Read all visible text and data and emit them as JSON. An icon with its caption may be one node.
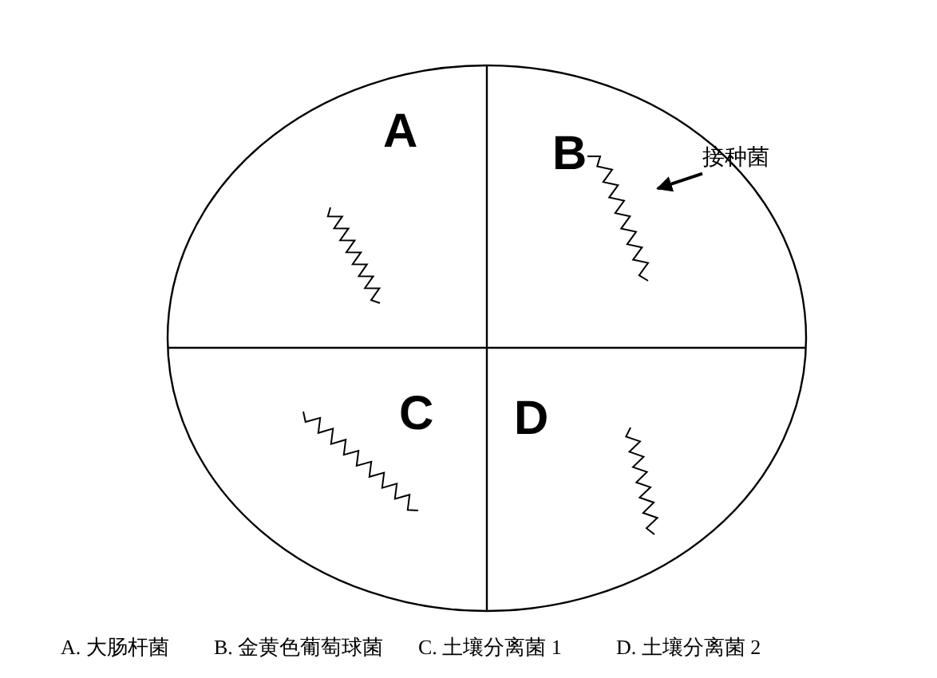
{
  "diagram": {
    "nodes": [
      {
        "text": [
          "接种菌"
        ]
      },
      {
        "text": [],
        "shape": "curve"
      }
    ],
    "edges": [
      {
        "from": 0,
        "to": 1,
        "arrow": "to"
      }
    ],
    "labels": [
      "A",
      "B",
      "C",
      "D",
      "A. 大肠杆菌",
      "B. 金黄色葡萄球菌",
      "C. 土壤分离菌 1",
      "D. 土壤分离菌 2"
    ]
  }
}
